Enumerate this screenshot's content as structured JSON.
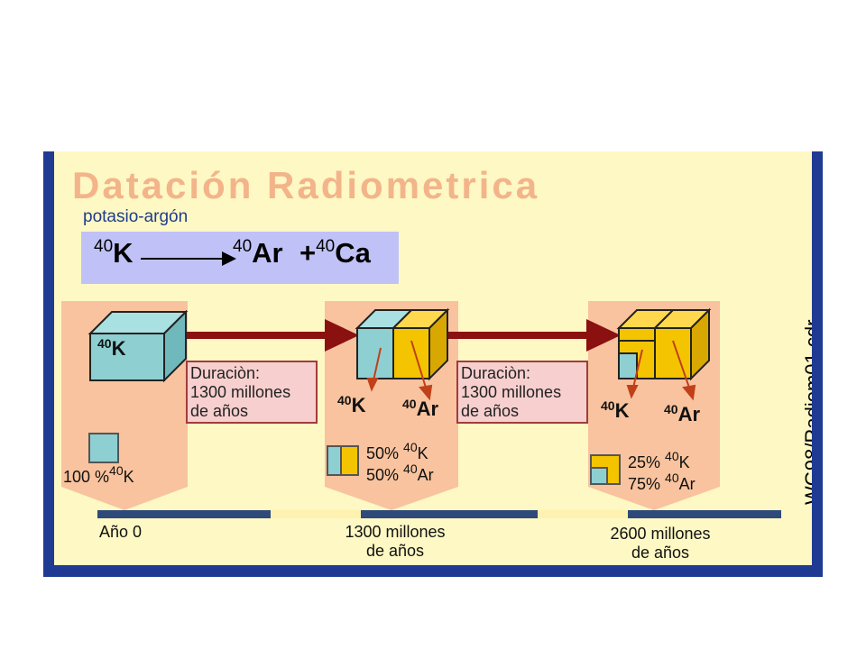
{
  "title": "Datación Radiometrica",
  "subtitle": "potasio-argón",
  "equation": {
    "k_mass": "40",
    "k_symbol": "K",
    "ar_mass": "40",
    "ar_symbol": "Ar",
    "ca_plus": "+",
    "ca_mass": "40",
    "ca_symbol": "Ca"
  },
  "stage1": {
    "cube_mass": "40",
    "cube_symbol": "K",
    "pct": "100 %",
    "pct_mass": "40",
    "pct_symbol": "K"
  },
  "duration1": {
    "line1": "Duraciòn:",
    "line2": "1300 millones",
    "line3": "de años"
  },
  "stage2": {
    "k_mass": "40",
    "k_symbol": "K",
    "ar_mass": "40",
    "ar_symbol": "Ar",
    "k_pct": "50%",
    "k_pct_mass": "40",
    "k_pct_symbol": "K",
    "ar_pct": "50%",
    "ar_pct_mass": "40",
    "ar_pct_symbol": "Ar"
  },
  "duration2": {
    "line1": "Duraciòn:",
    "line2": "1300 millones",
    "line3": "de años"
  },
  "stage3": {
    "k_mass": "40",
    "k_symbol": "K",
    "ar_mass": "40",
    "ar_symbol": "Ar",
    "k_pct": "25%",
    "k_pct_mass": "40",
    "k_pct_symbol": "K",
    "ar_pct": "75%",
    "ar_pct_mass": "40",
    "ar_pct_symbol": "Ar"
  },
  "timeline": {
    "start": "Año 0",
    "mid_line1": "1300 millones",
    "mid_line2": "de años",
    "end_line1": "2600 millones",
    "end_line2": "de años"
  },
  "credit": "WG98/Radiom01.cdr",
  "colors": {
    "panel": "#fdf8c4",
    "frame": "#1f3a93",
    "title": "#f3b48a",
    "peach": "#f8c39e",
    "k_cube": "#8ecfd2",
    "ar_cube": "#f5c400",
    "arrow": "#8b1010",
    "duration_box": "#f7cfcf",
    "timeline_dark": "#2e4a7a",
    "timeline_light": "#fff2b0"
  }
}
